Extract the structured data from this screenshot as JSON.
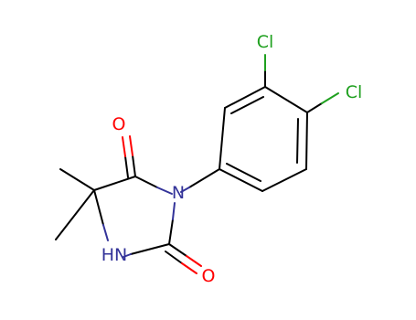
{
  "background": "#ffffff",
  "colors": {
    "bond": "#000000",
    "oxygen": "#ff0000",
    "nitrogen": "#333399",
    "chlorine": "#1fa01f"
  },
  "atom_labels": {
    "cl_top": "Cl",
    "cl_right": "Cl",
    "o_top": "O",
    "o_bottom": "O",
    "n_ring": "N",
    "nh_ring": "HN"
  }
}
